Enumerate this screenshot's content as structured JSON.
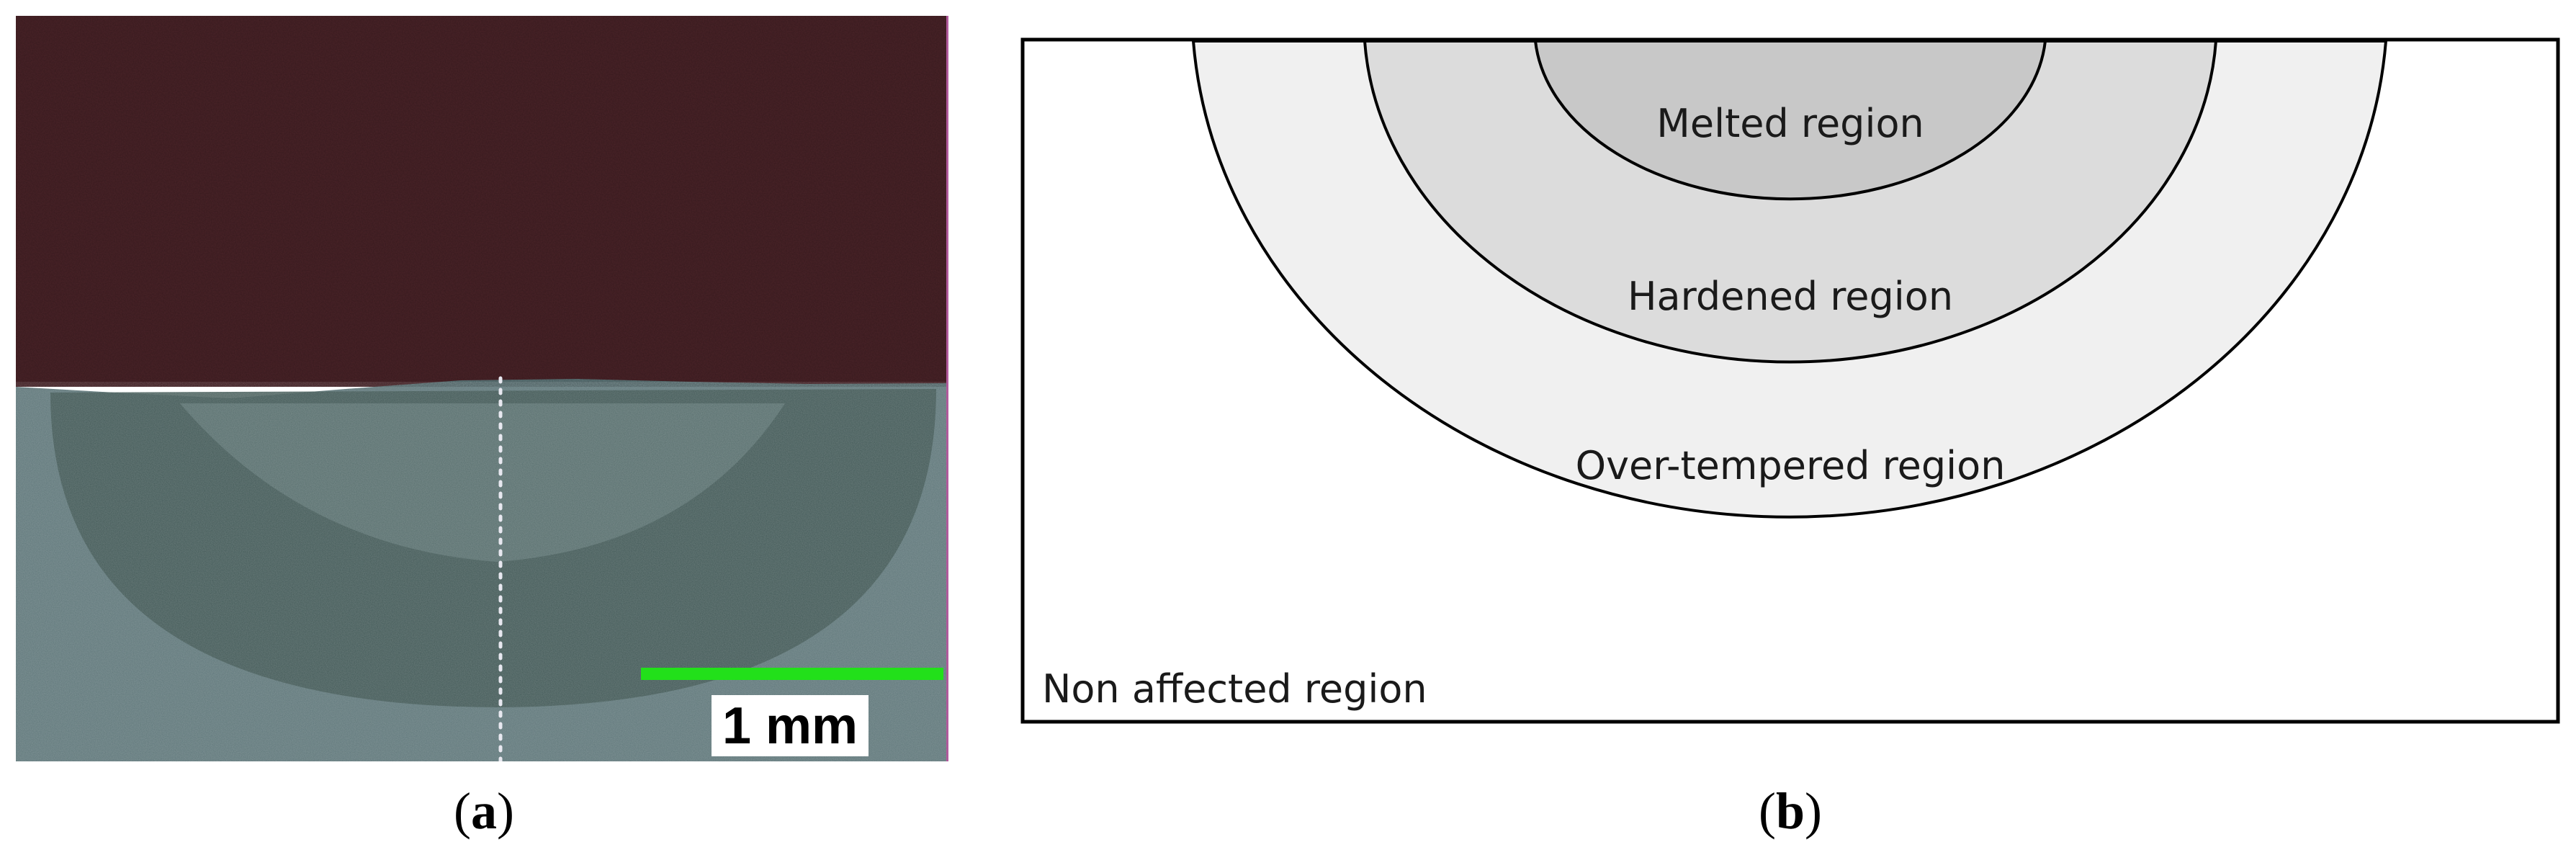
{
  "panel_a": {
    "scale_bar_label": "1 mm",
    "caption_open": "(",
    "caption_letter": "a",
    "caption_close": ")",
    "colors": {
      "resin": "#4a2328",
      "metal": "#5e7679",
      "weld_zone": "#3f5653",
      "scale_bar": "#22e01a",
      "indent": "#e8e8f0"
    }
  },
  "panel_b": {
    "regions": {
      "melted": "Melted region",
      "hardened": "Hardened region",
      "over_tempered": "Over-tempered region",
      "non_affected": "Non affected region"
    },
    "caption_open": "(",
    "caption_letter": "b",
    "caption_close": ")",
    "colors": {
      "melted": "#c8c8c8",
      "hardened": "#dcdcdc",
      "over_tempered": "#f0f0f0",
      "background": "#ffffff",
      "outline": "#000000"
    }
  }
}
